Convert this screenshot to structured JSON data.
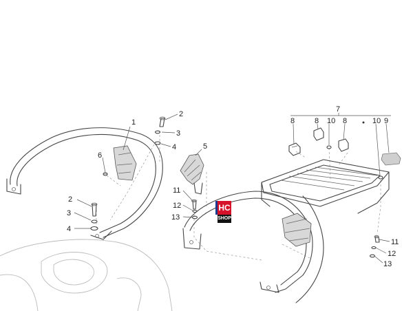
{
  "callouts": {
    "c1": "1",
    "c2a": "2",
    "c3a": "3",
    "c4a": "4",
    "c5": "5",
    "c6": "6",
    "c2b": "2",
    "c3b": "3",
    "c4b": "4",
    "c11a": "11",
    "c12a": "12",
    "c13a": "13",
    "c7": "7",
    "c8a": "8",
    "c8b": "8",
    "c8c": "8",
    "c10a": "10",
    "c10b": "10",
    "c9": "9",
    "c11b": "11",
    "c12b": "12",
    "c13b": "13"
  },
  "logo": {
    "line1": "HC",
    "line2": "SHOP"
  }
}
